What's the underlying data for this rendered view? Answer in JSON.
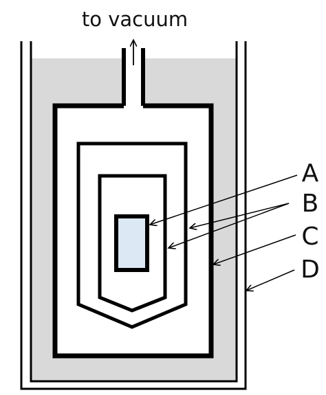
{
  "top_label": "to vacuum",
  "callouts": {
    "a": "A",
    "b": "B",
    "c": "C",
    "d": "D"
  },
  "colors": {
    "line": "#000000",
    "bath_fill": "#d9d9d9",
    "background": "#ffffff",
    "sample_fill": "#dce9f5"
  }
}
